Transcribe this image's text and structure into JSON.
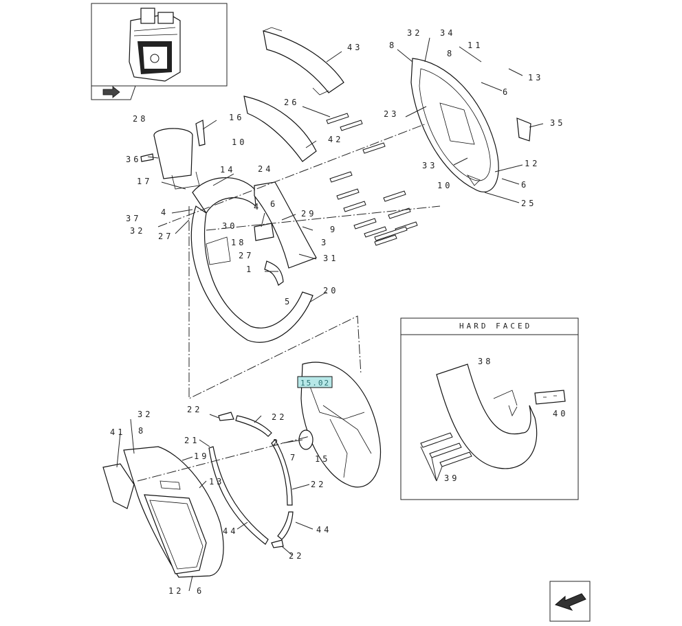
{
  "inset": {
    "box": "HARD FACED",
    "labels": [
      "38",
      "39",
      "40"
    ]
  },
  "ref_box": "15.02",
  "labels": [
    "43",
    "32",
    "34",
    "8",
    "11",
    "8",
    "13",
    "6",
    "26",
    "23",
    "28",
    "16",
    "35",
    "10",
    "42",
    "36",
    "24",
    "14",
    "33",
    "10",
    "12",
    "6",
    "17",
    "25",
    "4",
    "6",
    "29",
    "37",
    "32",
    "4",
    "30",
    "9",
    "27",
    "3",
    "18",
    "27",
    "31",
    "1",
    "5",
    "20",
    "22",
    "32",
    "22",
    "8",
    "41",
    "21",
    "2",
    "7",
    "15",
    "19",
    "13",
    "22",
    "44",
    "44",
    "22",
    "12",
    "6"
  ]
}
